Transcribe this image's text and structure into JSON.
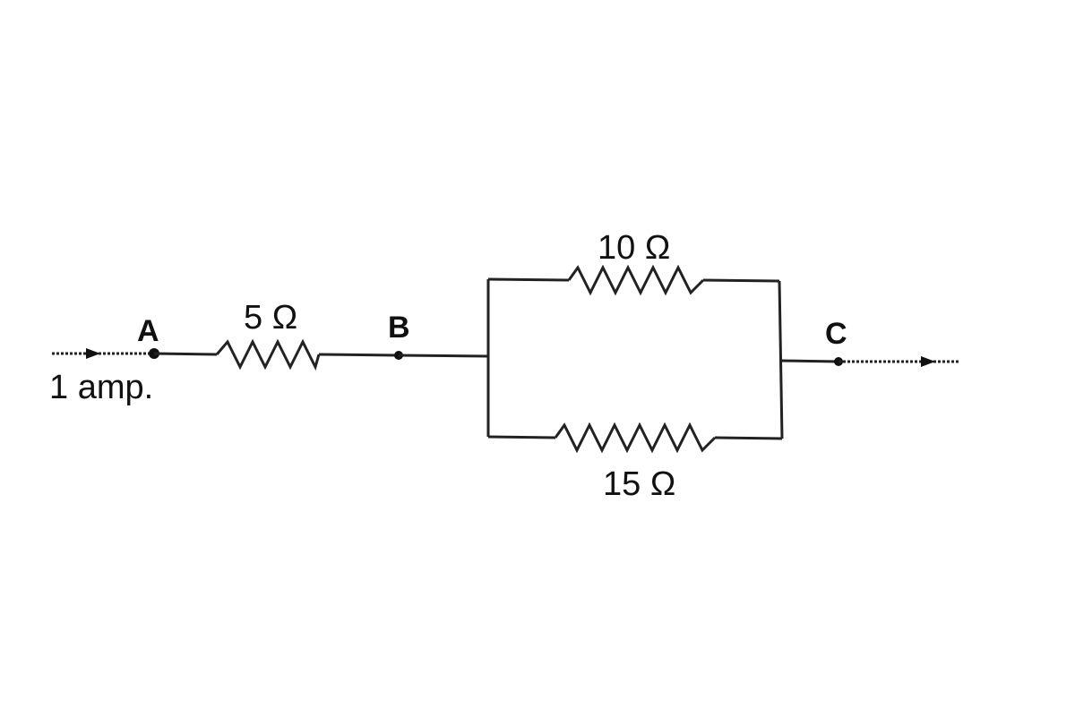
{
  "nodes": {
    "a": "A",
    "b": "B",
    "c": "C"
  },
  "current": {
    "label": "1 amp."
  },
  "resistors": {
    "series": "5 Ω",
    "parallel_top": "10 Ω",
    "parallel_bottom": "15 Ω"
  }
}
